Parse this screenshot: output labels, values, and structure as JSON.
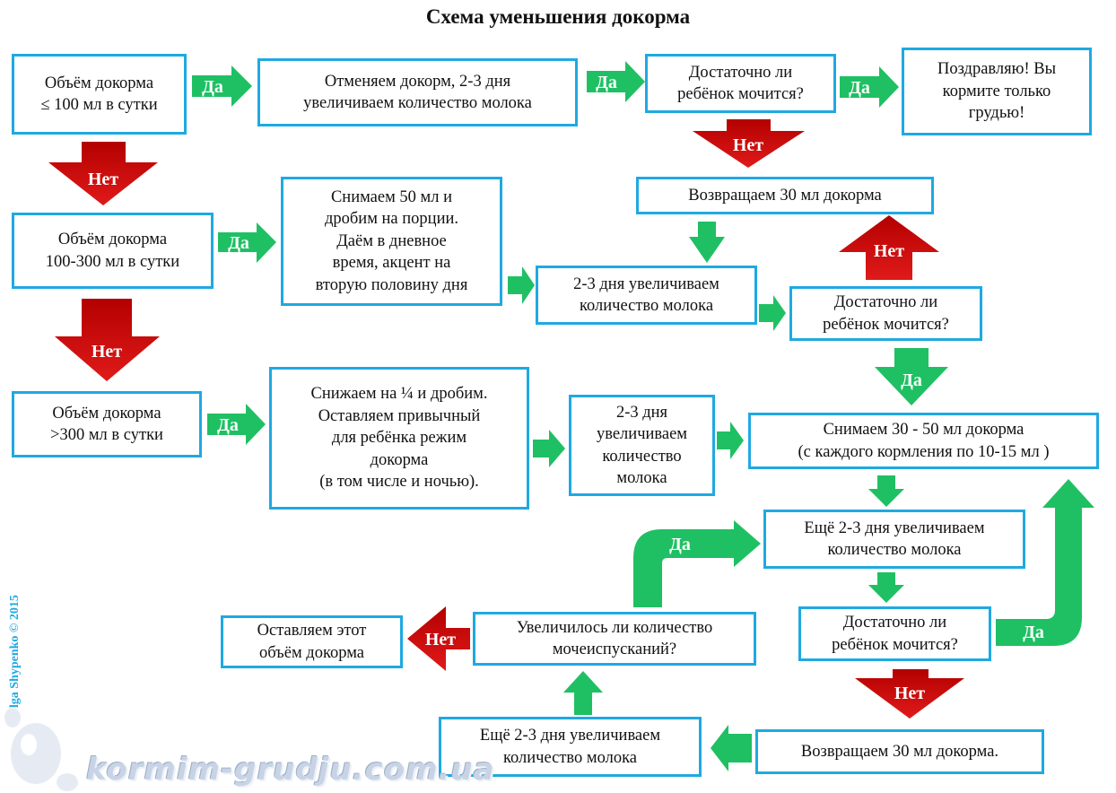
{
  "title": "Схема уменьшения докорма",
  "boxes": {
    "b1": "Объём докорма\n≤ 100 мл в сутки",
    "b2": "Отменяем докорм, 2-3 дня\nувеличиваем количество молока",
    "b3": "Достаточно ли\nребёнок мочится?",
    "b4": "Поздравляю! Вы\nкормите только\nгрудью!",
    "b5": "Объём докорма\n100-300 мл в сутки",
    "b6": "Снимаем 50 мл и\nдробим на порции.\nДаём в дневное\nвремя, акцент на\nвторую половину дня",
    "b7": "Возвращаем 30 мл докорма",
    "b8": "2-3 дня увеличиваем\nколичество молока",
    "b9": "Достаточно ли\nребёнок мочится?",
    "b10": "Объём докорма\n>300 мл в сутки",
    "b11": "Снижаем на ¼ и дробим.\nОставляем привычный\nдля ребёнка режим\nдокорма\n(в том числе и ночью).",
    "b12": "2-3 дня\nувеличиваем\nколичество\nмолока",
    "b13": "Снимаем 30 - 50 мл докорма\n(с каждого кормления по 10-15 мл )",
    "b14": "Ещё 2-3 дня увеличиваем\nколичество молока",
    "b15": "Достаточно ли\nребёнок мочится?",
    "b16": "Увеличилось ли количество\nмочеиспусканий?",
    "b17": "Оставляем этот\nобъём докорма",
    "b18": "Ещё 2-3 дня увеличиваем\nколичество молока",
    "b19": "Возвращаем 30 мл докорма."
  },
  "labels": {
    "yes": "Да",
    "no": "Нет"
  },
  "credit": "Olga Shypenko © 2015",
  "logo": "kormim-grudju.com.ua",
  "colors": {
    "border": "#1fa9e1",
    "yes": "#1fc063",
    "no": "#c00000"
  }
}
